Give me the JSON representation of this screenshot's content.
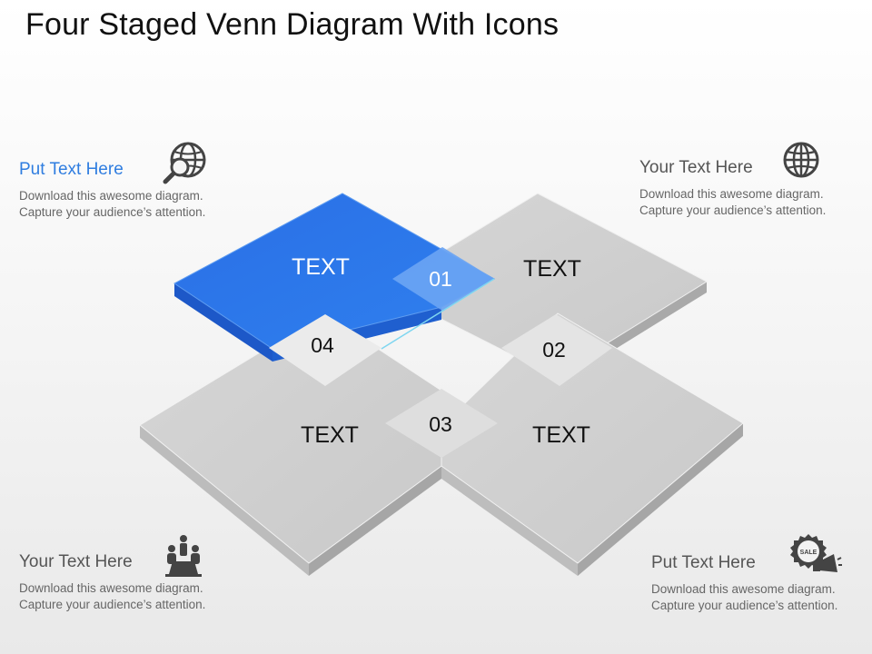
{
  "title": "Four Staged Venn Diagram With Icons",
  "colors": {
    "accent": "#2f7de0",
    "tile": "#cfcfcf",
    "tile_side": "#a9a9a9"
  },
  "tiles": [
    {
      "number": "01",
      "label": "TEXT",
      "highlighted": true
    },
    {
      "number": "02",
      "label": "TEXT",
      "highlighted": false
    },
    {
      "number": "03",
      "label": "TEXT",
      "highlighted": false
    },
    {
      "number": "04",
      "label": "TEXT",
      "highlighted": false
    }
  ],
  "callouts": {
    "top_left": {
      "heading": "Put Text Here",
      "line1": "Download this awesome diagram.",
      "line2": "Capture your audience’s attention.",
      "icon": "globe-magnifier-icon"
    },
    "top_right": {
      "heading": "Your Text Here",
      "line1": "Download this awesome diagram.",
      "line2": "Capture your audience’s attention.",
      "icon": "globe-icon"
    },
    "bottom_left": {
      "heading": "Your Text Here",
      "line1": "Download this awesome diagram.",
      "line2": "Capture your audience’s attention.",
      "icon": "meeting-people-icon"
    },
    "bottom_right": {
      "heading": "Put Text Here",
      "line1": "Download this awesome diagram.",
      "line2": "Capture your audience’s attention.",
      "icon": "sale-megaphone-icon"
    }
  }
}
